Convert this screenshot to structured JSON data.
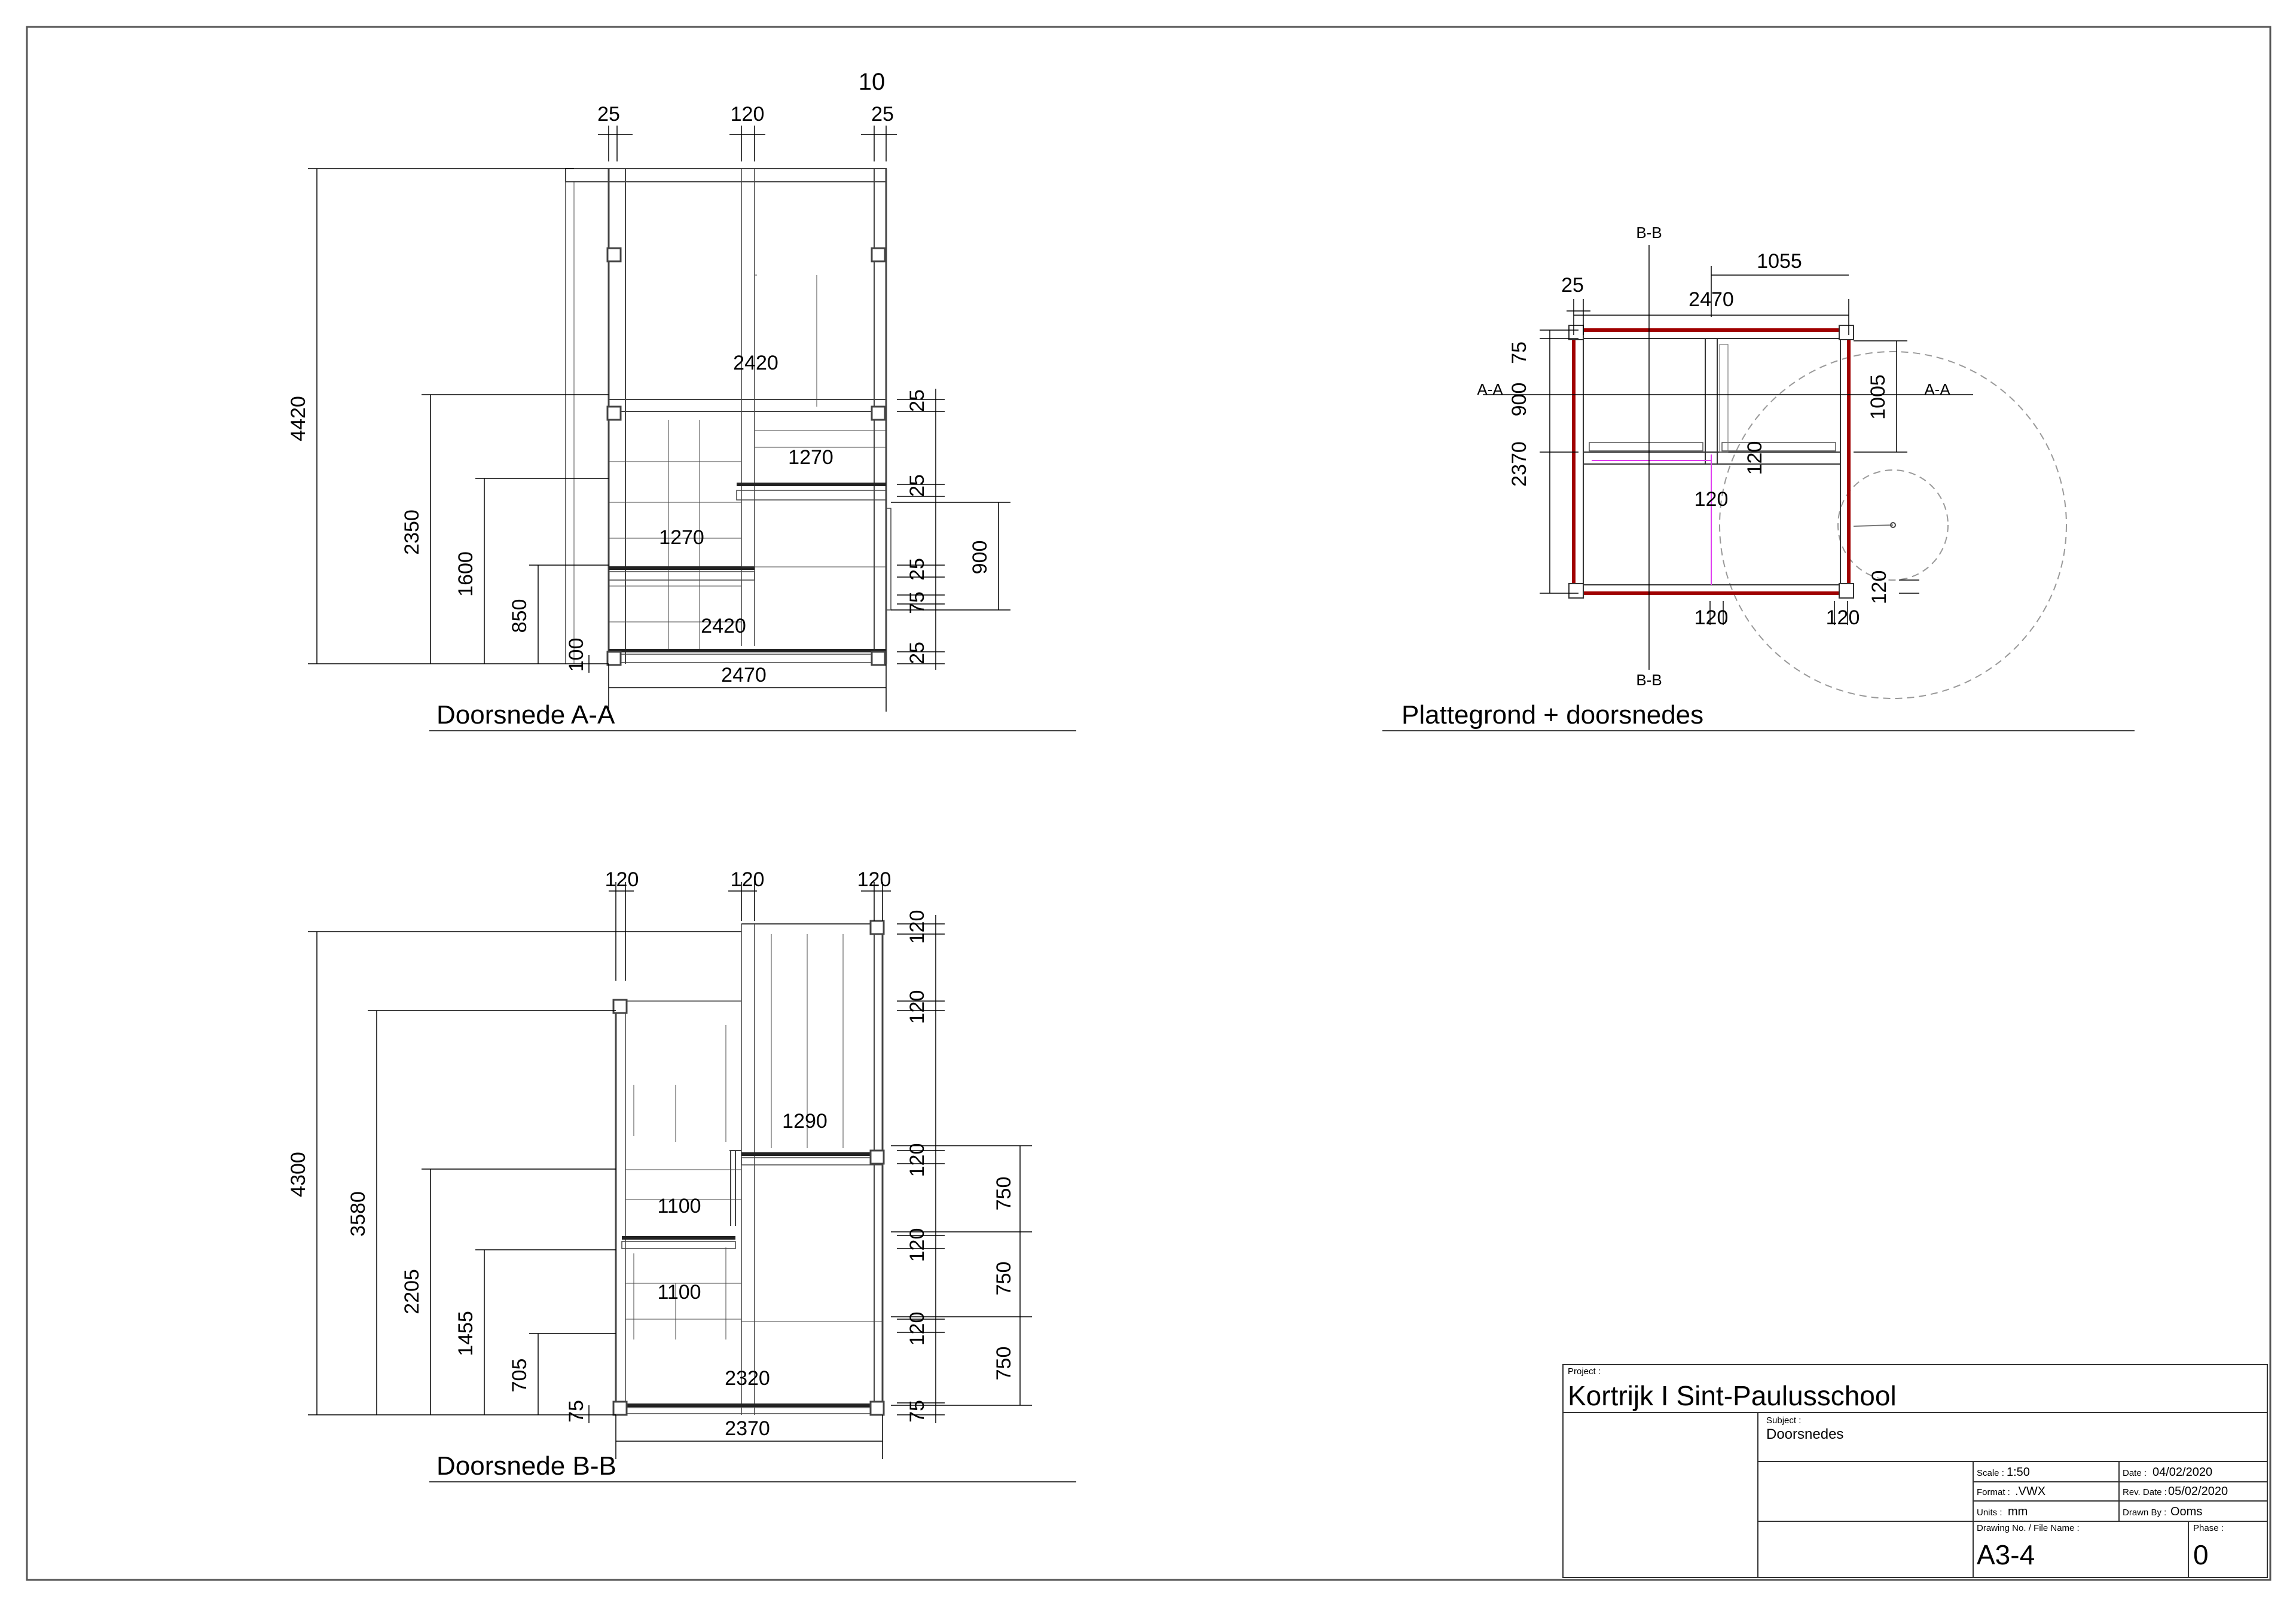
{
  "view_aa": {
    "title": "Doorsnede A-A",
    "top_dims": [
      "25",
      "120",
      "10",
      "25"
    ],
    "height_dims": [
      "4420",
      "2350",
      "1600",
      "850",
      "100"
    ],
    "width_dims": [
      "2420",
      "2420",
      "2470"
    ],
    "inner_dims": [
      "1270",
      "1270"
    ],
    "right_dims": [
      "25",
      "25",
      "25",
      "75",
      "25",
      "900"
    ]
  },
  "view_plan": {
    "title": "Plattegrond + doorsnedes",
    "section_bb_top": "B-B",
    "section_bb_bottom": "B-B",
    "section_aa_left": "A-A",
    "section_aa_right": "A-A",
    "top_dims": [
      "25",
      "1055",
      "2470"
    ],
    "left_dims": [
      "75",
      "900",
      "2370"
    ],
    "right_dims": [
      "1005"
    ],
    "inner_dims": [
      "120",
      "120",
      "120",
      "120",
      "120"
    ]
  },
  "view_bb": {
    "title": "Doorsnede B-B",
    "top_dims": [
      "120",
      "120",
      "120"
    ],
    "height_dims": [
      "4300",
      "3580",
      "2205",
      "1455",
      "705",
      "75"
    ],
    "inner_dims": [
      "1290",
      "1100",
      "1100",
      "2320",
      "2370"
    ],
    "right_dims_120": [
      "120",
      "120",
      "120",
      "120",
      "120",
      "75"
    ],
    "right_dims_750": [
      "750",
      "750",
      "750"
    ]
  },
  "title_block": {
    "project_label": "Project :",
    "project": "Kortrijk I Sint-Paulusschool",
    "subject_label": "Subject :",
    "subject": "Doorsnedes",
    "scale_label": "Scale :",
    "scale": "1:50",
    "date_label": "Date :",
    "date": "04/02/2020",
    "format_label": "Format :",
    "format": ".VWX",
    "rev_label": "Rev. Date :",
    "rev": "05/02/2020",
    "units_label": "Units :",
    "units": "mm",
    "drawn_label": "Drawn By :",
    "drawn": "Ooms",
    "drawing_no_label": "Drawing No. / File Name :",
    "drawing_no": "A3-4",
    "phase_label": "Phase :",
    "phase": "0"
  }
}
